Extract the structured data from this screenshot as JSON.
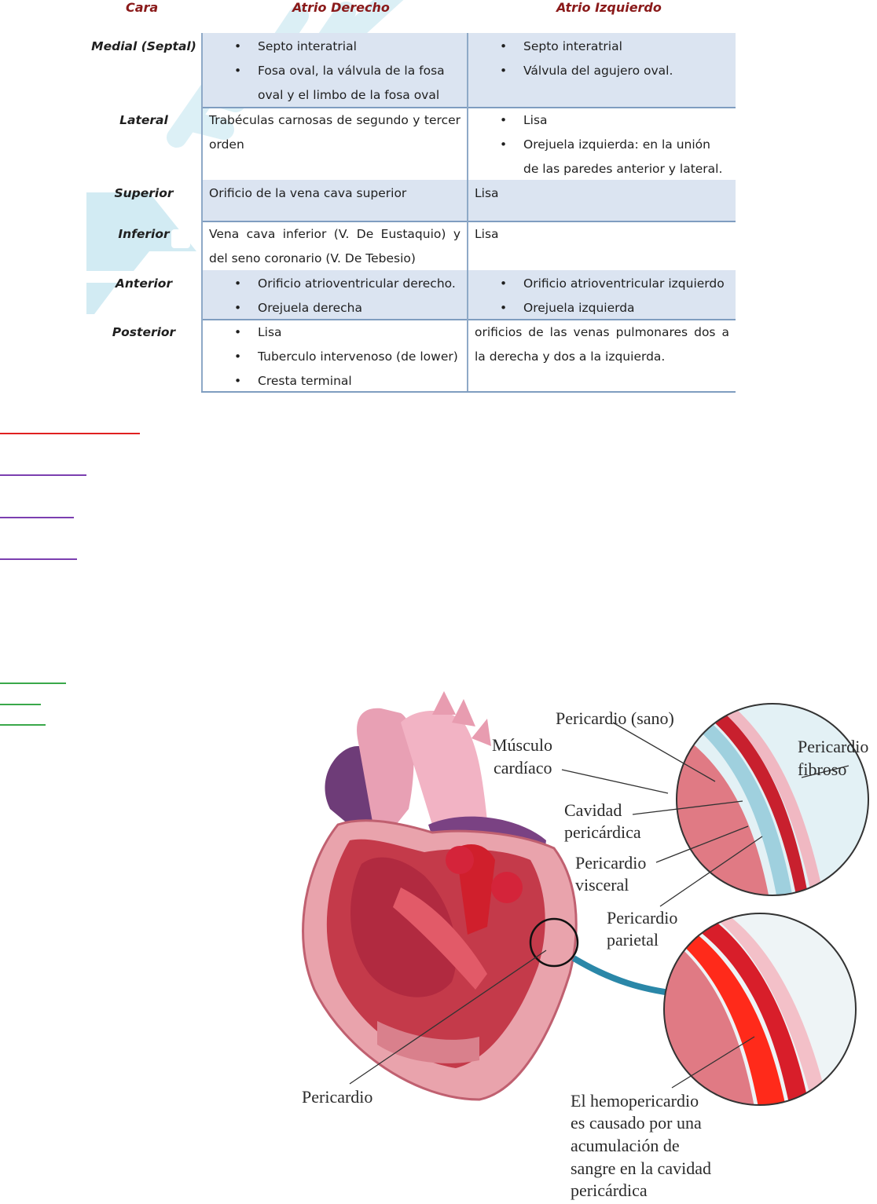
{
  "table": {
    "headers": {
      "face": "Cara",
      "right": "Atrio Derecho",
      "left": "Atrio Izquierdo"
    },
    "rows": [
      {
        "face": "Medial (Septal)",
        "right": [
          "Septo interatrial",
          "Fosa oval, la válvula de la fosa oval y el limbo de la fosa oval"
        ],
        "left": [
          "Septo interatrial",
          "Válvula del agujero oval."
        ]
      },
      {
        "face": "Lateral",
        "right_text": "Trabéculas carnosas de segundo y tercer orden",
        "left": [
          "Lisa",
          "Orejuela izquierda: en la unión de las paredes anterior y lateral."
        ]
      },
      {
        "face": "Superior",
        "right_text": "Orificio de la vena cava superior",
        "left_text": "Lisa"
      },
      {
        "face": "Inferior",
        "right_text": "Vena cava inferior (V. De Eustaquio) y del seno coronario (V. De Tebesio)",
        "left_text": "Lisa"
      },
      {
        "face": "Anterior",
        "right": [
          "Orificio atrioventricular derecho.",
          "Orejuela derecha"
        ],
        "left": [
          "Orificio atrioventricular izquierdo",
          "Orejuela izquierda"
        ]
      },
      {
        "face": "Posterior",
        "right": [
          "Lisa",
          "Tuberculo intervenoso (de lower)",
          "Cresta terminal"
        ],
        "left_text": "orificios de las venas pulmonares dos a la derecha y dos a la   izquierda."
      }
    ]
  },
  "colors": {
    "header_text": "#8a1a1a",
    "row_shade": "#dbe4f1",
    "grid": "#8ea9c7",
    "red_line": "#e02020",
    "purple_line": "#7b3fb0",
    "green_line": "#3aa84a"
  },
  "diagram": {
    "labels": {
      "pericardio_sano": "Pericardio (sano)",
      "musculo_1": "Músculo",
      "musculo_2": "cardíaco",
      "fibroso_1": "Pericardio",
      "fibroso_2": "fibroso",
      "cavidad_1": "Cavidad",
      "cavidad_2": "pericárdica",
      "visceral_1": "Pericardio",
      "visceral_2": "visceral",
      "parietal_1": "Pericardio",
      "parietal_2": "parietal",
      "pericardio": "Pericardio",
      "hemo_1": "El hemopericardio",
      "hemo_2": "es causado por una",
      "hemo_3": "acumulación de",
      "hemo_4": "sangre en la cavidad",
      "hemo_5": "pericárdica"
    }
  }
}
